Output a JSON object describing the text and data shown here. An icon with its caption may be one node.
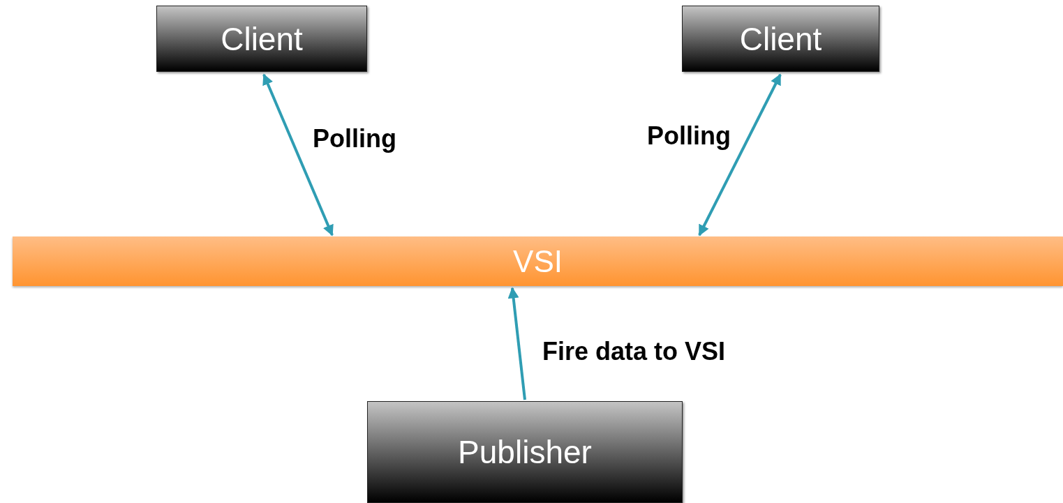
{
  "diagram": {
    "nodes": [
      {
        "text": [
          "Client"
        ]
      },
      {
        "text": [
          "Client"
        ]
      },
      {
        "text": [
          "VSI"
        ]
      },
      {
        "text": [
          "Publisher"
        ]
      }
    ],
    "edges": [
      {
        "from": 0,
        "to": 2,
        "arrow": "both",
        "label": "Polling"
      },
      {
        "from": 1,
        "to": 2,
        "arrow": "both",
        "label": "Polling"
      },
      {
        "from": 3,
        "to": 2,
        "arrow": "to",
        "label": "Fire data to VSI"
      }
    ]
  }
}
